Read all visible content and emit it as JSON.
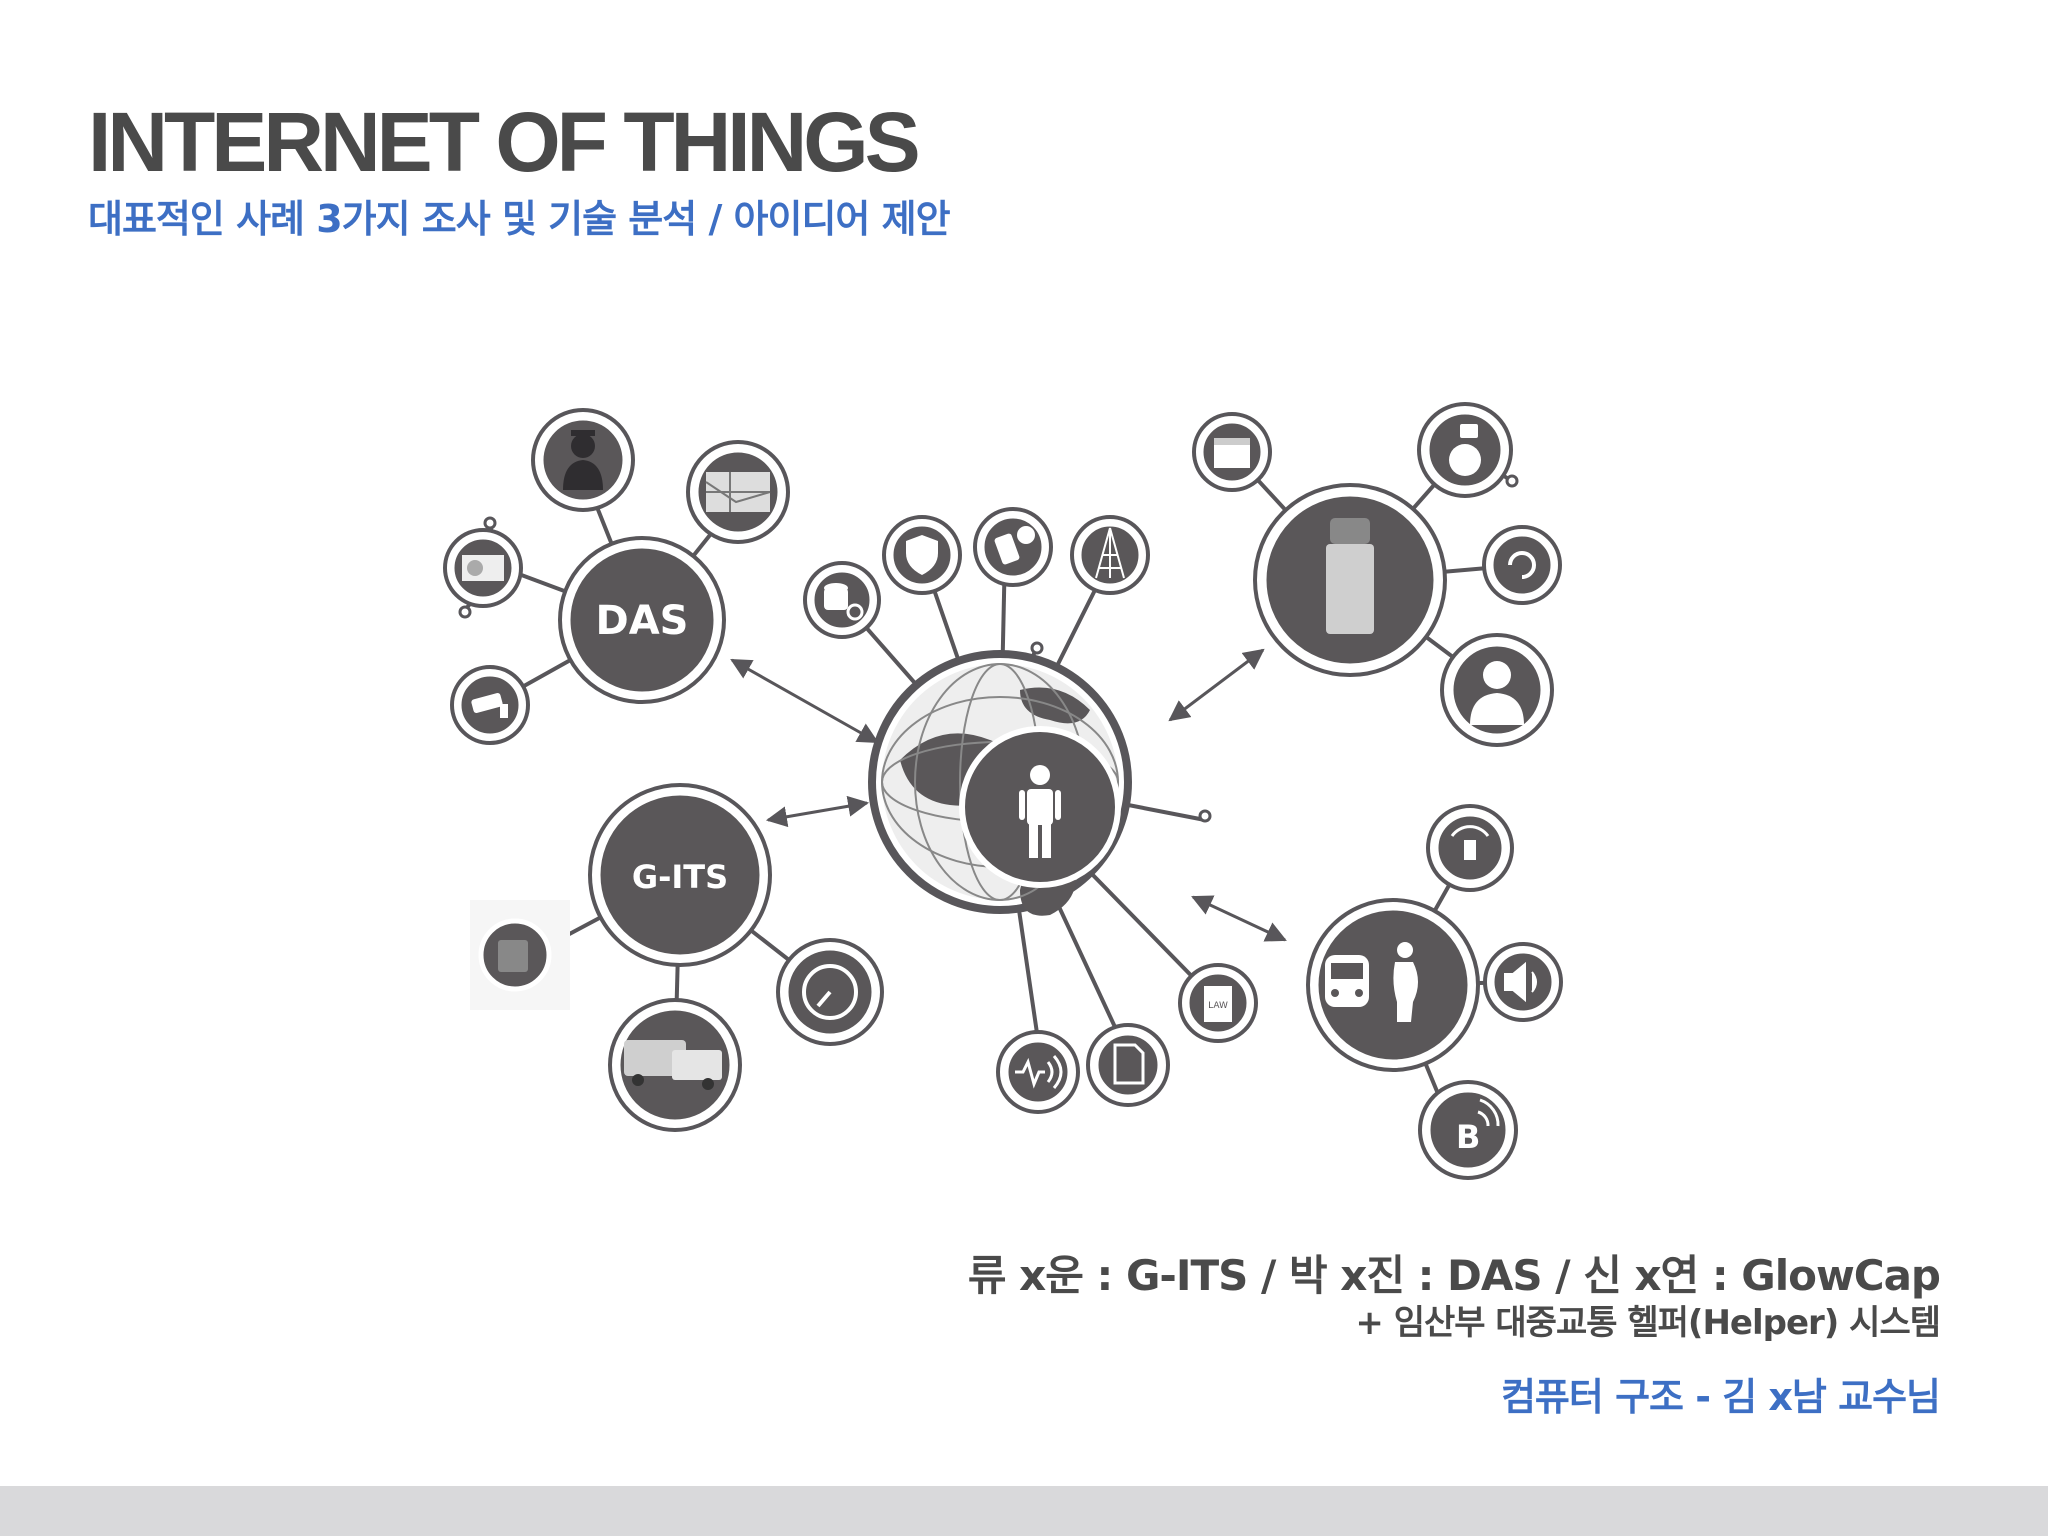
{
  "header": {
    "title": "INTERNET OF THINGS",
    "subtitle": "대표적인 사례 3가지 조사 및 기술 분석 / 아이디어 제안"
  },
  "diagram": {
    "hubs": [
      {
        "label": "DAS"
      },
      {
        "label": "G-ITS"
      }
    ],
    "badge_text": "LAW",
    "icons": [
      "police-officer-icon",
      "map-icon",
      "face-monitor-icon",
      "security-camera-icon",
      "database-gear-icon",
      "shield-icon",
      "phone-chat-icon",
      "radio-tower-icon",
      "calendar-icon",
      "glowcap-device-icon",
      "refresh-icon",
      "doctor-icon",
      "pill-bottle-icon",
      "person-icon",
      "globe-icon",
      "antenna-icon",
      "speaker-icon",
      "bluetooth-b-icon",
      "train-pregnant-icon",
      "law-book-icon",
      "sim-card-icon",
      "sound-wave-icon",
      "speedometer-icon",
      "vehicles-icon",
      "meter-box-icon"
    ]
  },
  "credits": {
    "members": "류 x운 : G-ITS  /  박 x진 : DAS  /  신 x연 : GlowCap",
    "extra": "+ 임산부 대중교통 헬퍼(Helper) 시스템",
    "professor": "컴퓨터 구조 - 김 x남 교수님"
  },
  "colors": {
    "title": "#4a4a4a",
    "accent_blue": "#3d6fc4",
    "node_fill": "#5a5759",
    "footer_bar": "#d9d9db"
  }
}
